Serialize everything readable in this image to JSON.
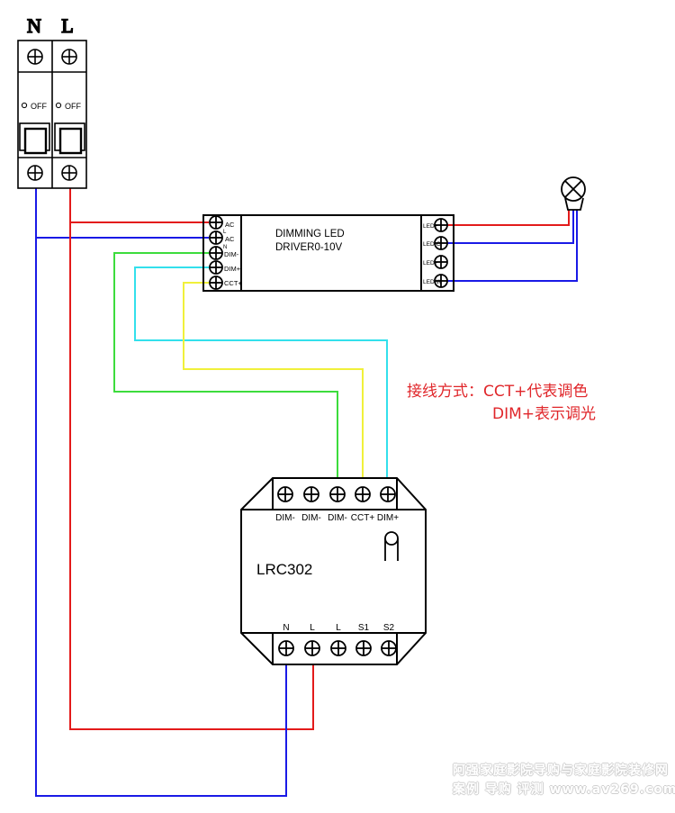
{
  "diagram": {
    "type": "wiring-diagram",
    "colors": {
      "live": "#e31b1b",
      "neutral": "#1a1ae6",
      "dim_minus": "#3cdc3c",
      "dim_plus": "#33e0ec",
      "cct_plus": "#f0f03a",
      "outline": "#000000",
      "note_text": "#e0262a"
    },
    "breaker": {
      "labels": [
        "N",
        "L"
      ],
      "poles": [
        {
          "indicator": "OFF"
        },
        {
          "indicator": "OFF"
        }
      ]
    },
    "driver": {
      "title_line1": "DIMMING LED",
      "title_line2": "DRIVER0-10V",
      "input_terminals": [
        "AC",
        "AC",
        "DIM-",
        "DIM+",
        "CCT+"
      ],
      "input_sublabels": [
        "L",
        "N"
      ],
      "output_terminals": [
        "LED+",
        "LED-C",
        "LED+",
        "LED-W"
      ]
    },
    "lamp": {
      "symbol": "lamp-cross"
    },
    "controller": {
      "model": "LRC302",
      "top_terminals": [
        "DIM-",
        "DIM-",
        "DIM-",
        "CCT+",
        "DIM+"
      ],
      "bottom_terminals": [
        "N",
        "L",
        "L",
        "S1",
        "S2"
      ]
    },
    "note": {
      "line1_prefix": "接线方式：",
      "line1_rest": "CCT+代表调色",
      "line2": "DIM+表示调光"
    },
    "connections": [
      {
        "from": "breaker.L",
        "to": "driver.AC-L",
        "color": "live"
      },
      {
        "from": "breaker.N",
        "to": "driver.AC-N",
        "color": "neutral"
      },
      {
        "from": "driver.DIM-",
        "to": "controller.DIM-3",
        "color": "dim_minus"
      },
      {
        "from": "driver.DIM+",
        "to": "controller.DIM+",
        "color": "dim_plus"
      },
      {
        "from": "driver.CCT+",
        "to": "controller.CCT+",
        "color": "cct_plus"
      },
      {
        "from": "driver.LED+",
        "to": "lamp",
        "color": "live"
      },
      {
        "from": "driver.LED-C",
        "to": "lamp",
        "color": "neutral"
      },
      {
        "from": "driver.LED-W",
        "to": "lamp",
        "color": "neutral"
      },
      {
        "from": "breaker.L",
        "to": "controller.L",
        "color": "live"
      },
      {
        "from": "breaker.N",
        "to": "controller.N",
        "color": "neutral"
      }
    ]
  },
  "watermark": {
    "line1": "阿强家庭影院导购与家庭影院装修网",
    "line2": "案例 导购 评测  www.av269.com"
  }
}
